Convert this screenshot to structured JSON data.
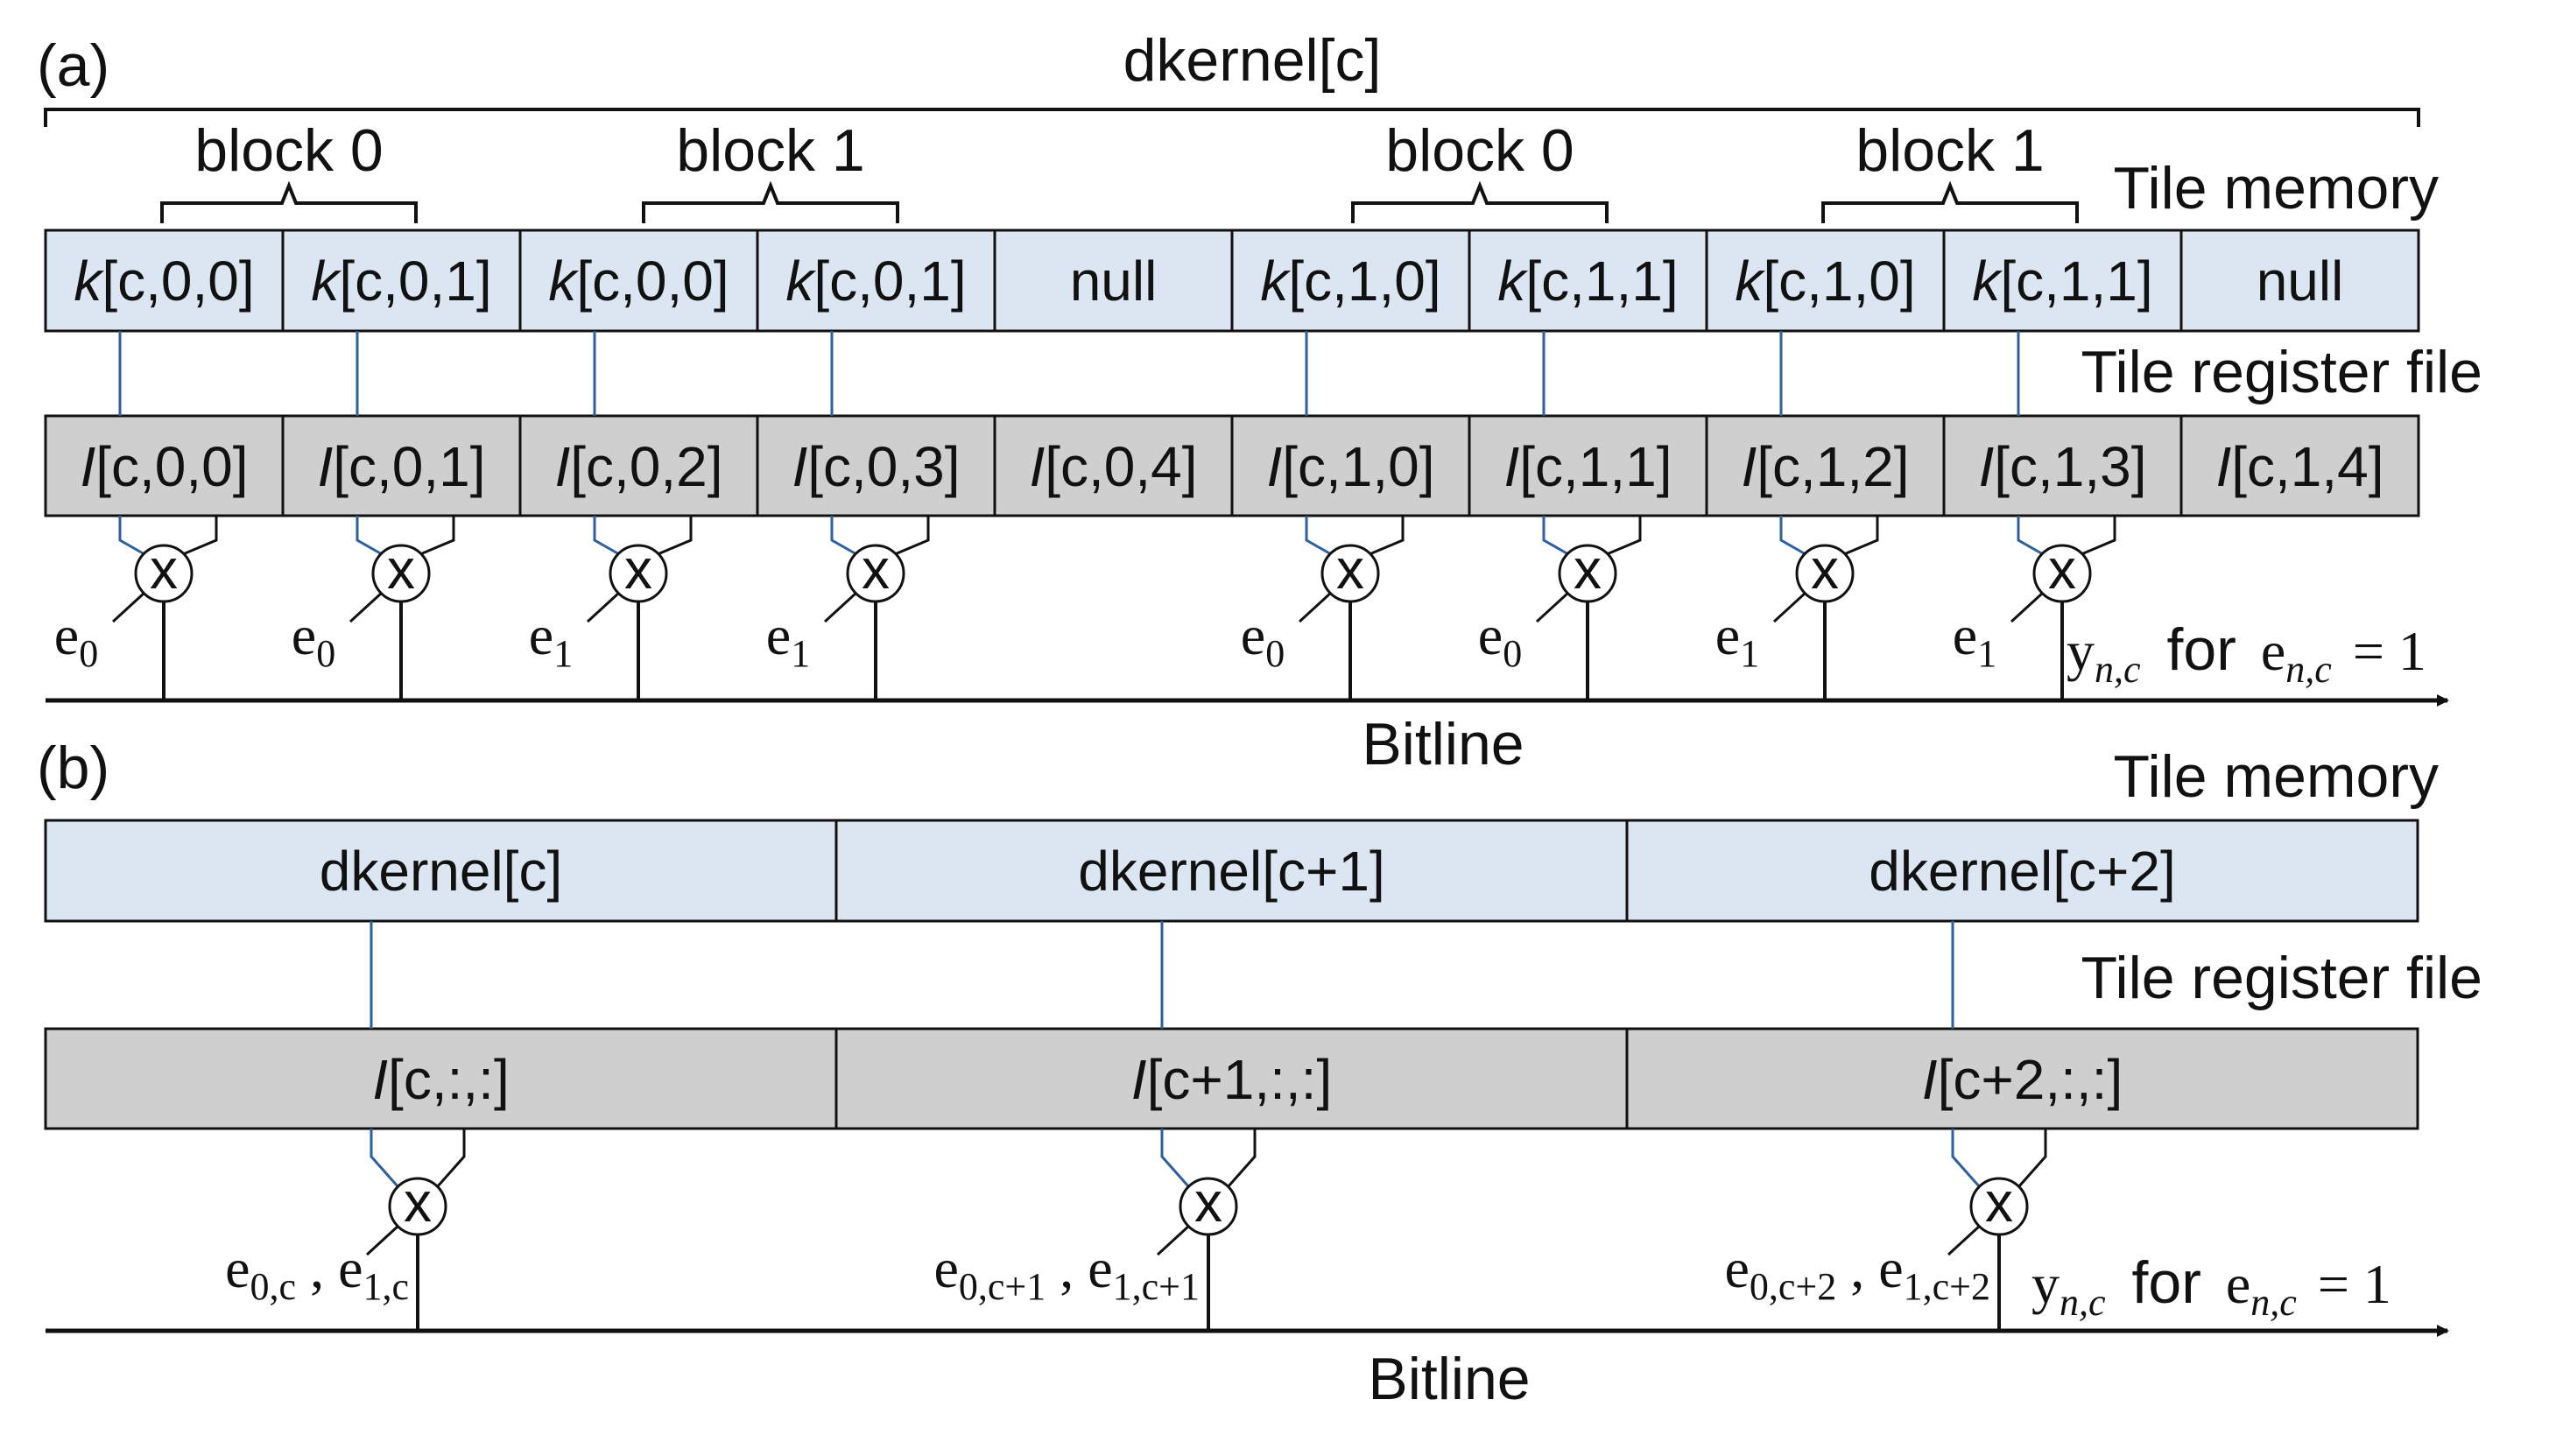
{
  "panel_a": {
    "panel_label": "(a)",
    "top_brace_label": "dkernel[c]",
    "block_labels": [
      "block 0",
      "block 1",
      "block 0",
      "block 1"
    ],
    "tile_memory_label": "Tile memory",
    "tile_register_label": "Tile register file",
    "memory_cells": [
      {
        "var": "k",
        "idx": "[c,0,0]"
      },
      {
        "var": "k",
        "idx": "[c,0,1]"
      },
      {
        "var": "k",
        "idx": "[c,0,0]"
      },
      {
        "var": "k",
        "idx": "[c,0,1]"
      },
      {
        "var": "",
        "idx": "null"
      },
      {
        "var": "k",
        "idx": "[c,1,0]"
      },
      {
        "var": "k",
        "idx": "[c,1,1]"
      },
      {
        "var": "k",
        "idx": "[c,1,0]"
      },
      {
        "var": "k",
        "idx": "[c,1,1]"
      },
      {
        "var": "",
        "idx": "null"
      }
    ],
    "register_cells": [
      {
        "var": "I",
        "idx": "[c,0,0]"
      },
      {
        "var": "I",
        "idx": "[c,0,1]"
      },
      {
        "var": "I",
        "idx": "[c,0,2]"
      },
      {
        "var": "I",
        "idx": "[c,0,3]"
      },
      {
        "var": "I",
        "idx": "[c,0,4]"
      },
      {
        "var": "I",
        "idx": "[c,1,0]"
      },
      {
        "var": "I",
        "idx": "[c,1,1]"
      },
      {
        "var": "I",
        "idx": "[c,1,2]"
      },
      {
        "var": "I",
        "idx": "[c,1,3]"
      },
      {
        "var": "I",
        "idx": "[c,1,4]"
      }
    ],
    "multiplier_symbol": "x",
    "enables": [
      {
        "base": "e",
        "sub": "0"
      },
      {
        "base": "e",
        "sub": "0"
      },
      {
        "base": "e",
        "sub": "1"
      },
      {
        "base": "e",
        "sub": "1"
      },
      {
        "base": "e",
        "sub": "0"
      },
      {
        "base": "e",
        "sub": "0"
      },
      {
        "base": "e",
        "sub": "1"
      },
      {
        "base": "e",
        "sub": "1"
      }
    ],
    "output_label": {
      "y": "y",
      "y_sub": "n,c",
      "for_text": "for",
      "e": "e",
      "e_sub": "n,c",
      "eq": "= 1"
    },
    "bitline_label": "Bitline"
  },
  "panel_b": {
    "panel_label": "(b)",
    "tile_memory_label": "Tile memory",
    "tile_register_label": "Tile register file",
    "memory_cells": [
      "dkernel[c]",
      "dkernel[c+1]",
      "dkernel[c+2]"
    ],
    "register_cells": [
      {
        "var": "I",
        "idx": "[c,:,:]"
      },
      {
        "var": "I",
        "idx": "[c+1,:,:]"
      },
      {
        "var": "I",
        "idx": "[c+2,:,:]"
      }
    ],
    "multiplier_symbol": "x",
    "enables": [
      {
        "e0": "e",
        "e0_sub": "0,c",
        "sep": " , ",
        "e1": "e",
        "e1_sub": "1,c"
      },
      {
        "e0": "e",
        "e0_sub": "0,c+1",
        "sep": " , ",
        "e1": "e",
        "e1_sub": "1,c+1"
      },
      {
        "e0": "e",
        "e0_sub": "0,c+2",
        "sep": " , ",
        "e1": "e",
        "e1_sub": "1,c+2"
      }
    ],
    "output_label": {
      "y": "y",
      "y_sub": "n,c",
      "for_text": "for",
      "e": "e",
      "e_sub": "n,c",
      "eq": "= 1"
    },
    "bitline_label": "Bitline"
  },
  "colors": {
    "memory_fill": "#dce6f2",
    "register_fill": "#d0cfcf",
    "connector_blue": "#2e5f9e",
    "line_black": "#111111"
  }
}
